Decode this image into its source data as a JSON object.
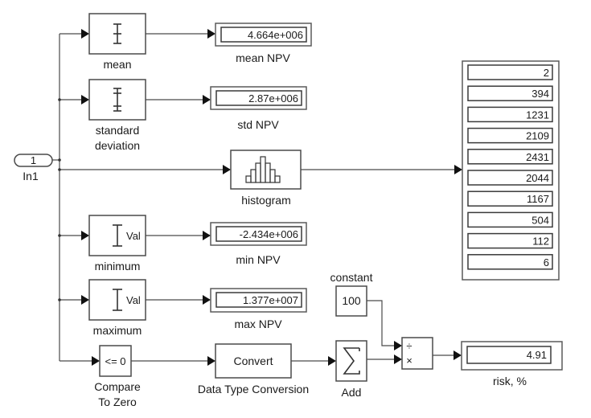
{
  "diagram": {
    "inport": {
      "number": "1",
      "label": "In1"
    },
    "blocks": {
      "mean": {
        "label": "mean"
      },
      "std": {
        "label_line1": "standard",
        "label_line2": "deviation"
      },
      "histogram": {
        "label": "histogram"
      },
      "minimum": {
        "label": "minimum",
        "icon_text": "Val"
      },
      "maximum": {
        "label": "maximum",
        "icon_text": "Val"
      },
      "compare": {
        "label_line1": "Compare",
        "label_line2": "To Zero",
        "icon_text": "<= 0"
      },
      "convert": {
        "label": "Data Type Conversion",
        "icon_text": "Convert"
      },
      "add": {
        "label": "Add",
        "icon_text": "∑"
      },
      "constant": {
        "label": "constant",
        "value": "100"
      },
      "product": {
        "op1": "÷",
        "op2": "×"
      }
    },
    "displays": {
      "mean_npv": {
        "label": "mean NPV",
        "value": "4.664e+006"
      },
      "std_npv": {
        "label": "std NPV",
        "value": "2.87e+006"
      },
      "min_npv": {
        "label": "min NPV",
        "value": "-2.434e+006"
      },
      "max_npv": {
        "label": "max NPV",
        "value": "1.377e+007"
      },
      "risk": {
        "label": "risk, %",
        "value": "4.91"
      },
      "histogram_counts": [
        "2",
        "394",
        "1231",
        "2109",
        "2431",
        "2044",
        "1167",
        "504",
        "112",
        "6"
      ]
    }
  }
}
